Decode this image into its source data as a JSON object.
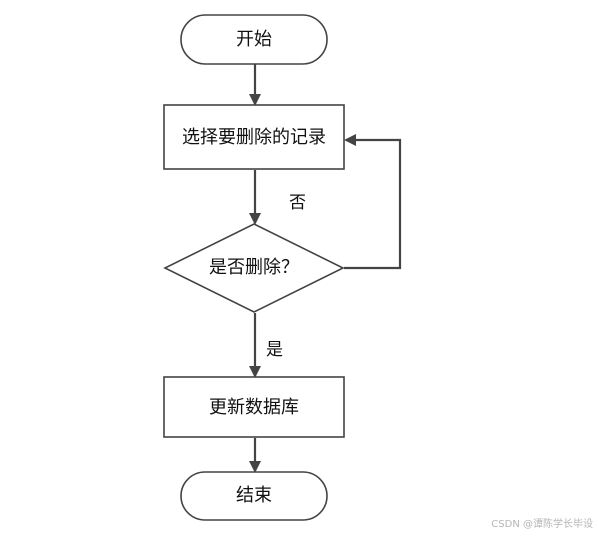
{
  "diagram": {
    "nodes": {
      "start": {
        "label": "开始"
      },
      "select": {
        "label": "选择要删除的记录"
      },
      "decide": {
        "label": "是否删除？"
      },
      "update": {
        "label": "更新数据库"
      },
      "end": {
        "label": "结束"
      }
    },
    "edges": {
      "no_label": "否",
      "yes_label": "是"
    }
  },
  "watermark": "CSDN @谭陈学长毕设"
}
